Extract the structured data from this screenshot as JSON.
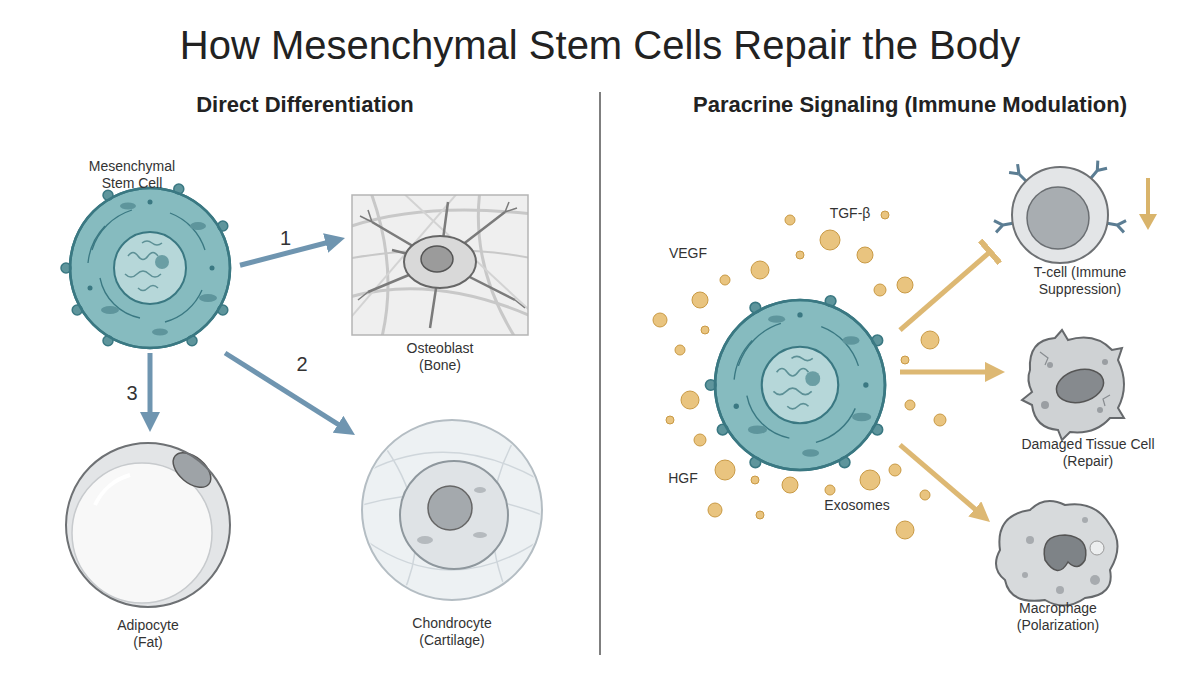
{
  "diagram": {
    "title": "How Mesenchymal Stem Cells Repair the Body",
    "nodes": [
      {
        "text": [
          "Mesenchymal Stem Cell"
        ]
      },
      {
        "text": [
          "Osteoblast (Bone)"
        ]
      },
      {
        "text": [
          "Chondrocyte (Cartilage)"
        ]
      },
      {
        "text": [
          "Adipocyte (Fat)"
        ]
      },
      {
        "text": [
          "TGF-β",
          "VEGF",
          "HGF",
          "Exosomes"
        ]
      },
      {
        "text": [
          "T-cell (Immune Suppression)"
        ]
      },
      {
        "text": [
          "Damaged Tissue Cell (Repair)"
        ]
      },
      {
        "text": [
          "Macrophage (Polarization)"
        ]
      }
    ],
    "edges": [
      {
        "from": 0,
        "to": 1,
        "arrow": "to",
        "label": "1"
      },
      {
        "from": 0,
        "to": 2,
        "arrow": "to",
        "label": "2"
      },
      {
        "from": 0,
        "to": 3,
        "arrow": "to",
        "label": "3"
      },
      {
        "from": 4,
        "to": 5,
        "arrow": "to"
      },
      {
        "from": 4,
        "to": 6,
        "arrow": "to"
      },
      {
        "from": 4,
        "to": 7,
        "arrow": "to"
      }
    ],
    "labels": [
      "Direct Differentiation",
      "Paracrine Signaling (Immune Modulation)"
    ]
  }
}
